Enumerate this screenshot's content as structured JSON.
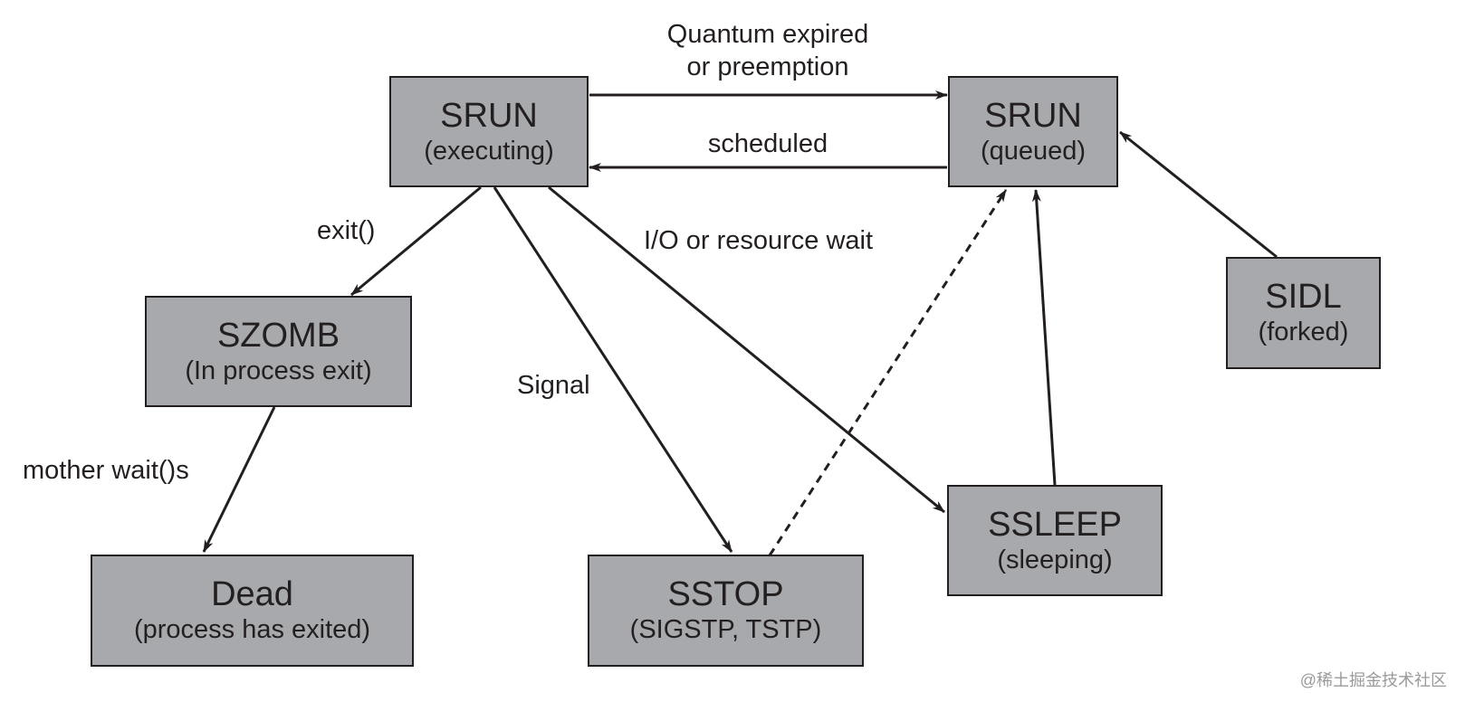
{
  "nodes": {
    "srun_executing": {
      "title": "SRUN",
      "subtitle": "(executing)"
    },
    "srun_queued": {
      "title": "SRUN",
      "subtitle": "(queued)"
    },
    "szomb": {
      "title": "SZOMB",
      "subtitle": "(In process exit)"
    },
    "dead": {
      "title": "Dead",
      "subtitle": "(process has exited)"
    },
    "sstop": {
      "title": "SSTOP",
      "subtitle": "(SIGSTP, TSTP)"
    },
    "ssleep": {
      "title": "SSLEEP",
      "subtitle": "(sleeping)"
    },
    "sidl": {
      "title": "SIDL",
      "subtitle": "(forked)"
    }
  },
  "edges": {
    "quantum_expired": {
      "label_line1": "Quantum expired",
      "label_line2": "or preemption"
    },
    "scheduled": {
      "label": "scheduled"
    },
    "exit": {
      "label": "exit()"
    },
    "io_wait": {
      "label": "I/O or resource wait"
    },
    "signal": {
      "label": "Signal"
    },
    "mother_wait": {
      "label": "mother wait()s"
    }
  },
  "watermark": "@稀土掘金技术社区",
  "colors": {
    "node_fill": "#a7a9ac",
    "stroke": "#231f20",
    "background": "#ffffff"
  }
}
